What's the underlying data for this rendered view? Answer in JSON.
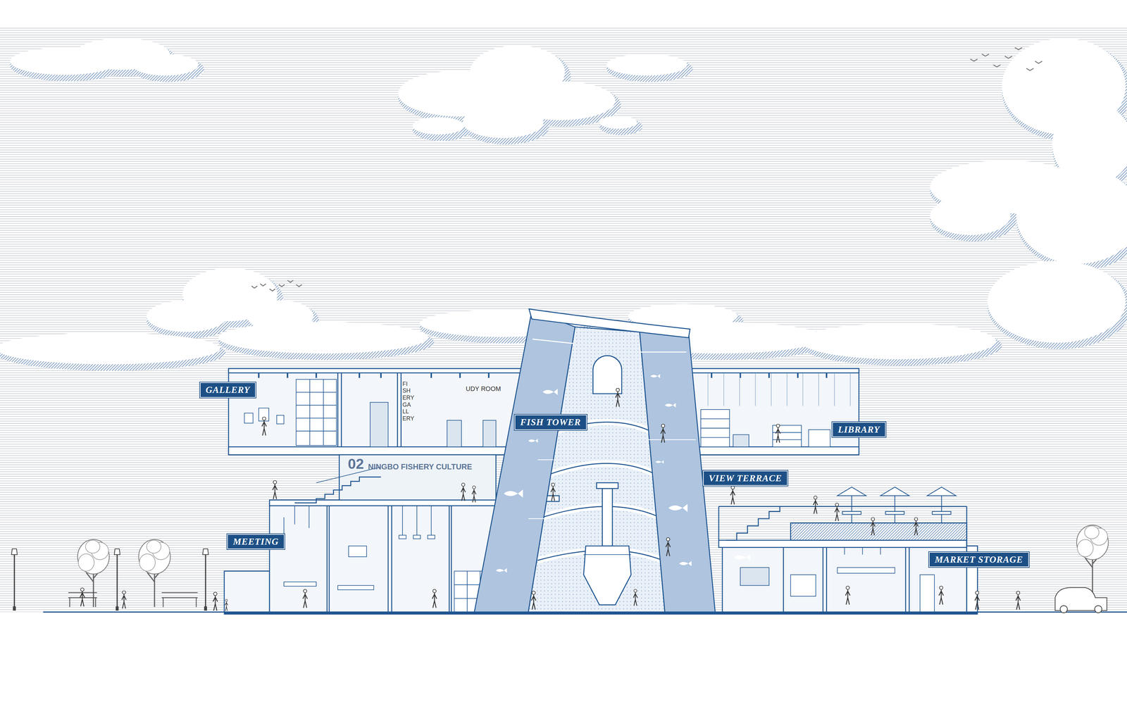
{
  "diagram": {
    "nodes": [
      {
        "text": [
          "GALLERY"
        ]
      },
      {
        "text": [
          "FISH TOWER"
        ]
      },
      {
        "text": [
          "LIBRARY"
        ]
      },
      {
        "text": [
          "VIEW TERRACE"
        ]
      },
      {
        "text": [
          "MEETING"
        ]
      },
      {
        "text": [
          "MARKET STORAGE"
        ]
      }
    ],
    "labels": [
      "02",
      "NINGBO FISHERY CULTURE",
      "FI SH ERY GA LL ERY",
      "UDY ROOM"
    ]
  }
}
